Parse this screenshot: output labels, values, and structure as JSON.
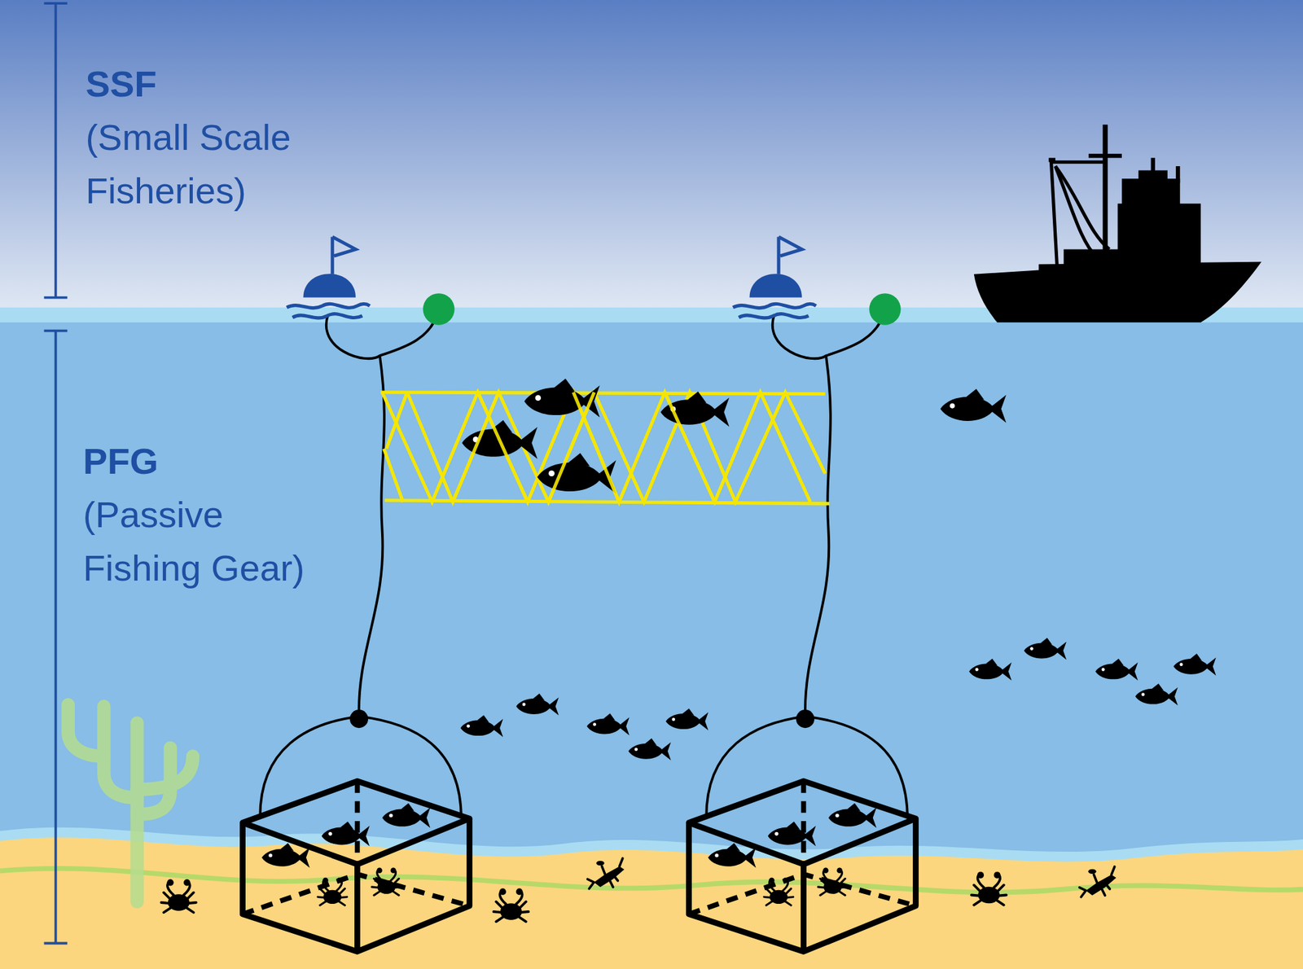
{
  "diagram": {
    "labels": [
      "SSF",
      "(Small Scale Fisheries)",
      "PFG",
      "(Passive Fishing Gear)"
    ]
  }
}
